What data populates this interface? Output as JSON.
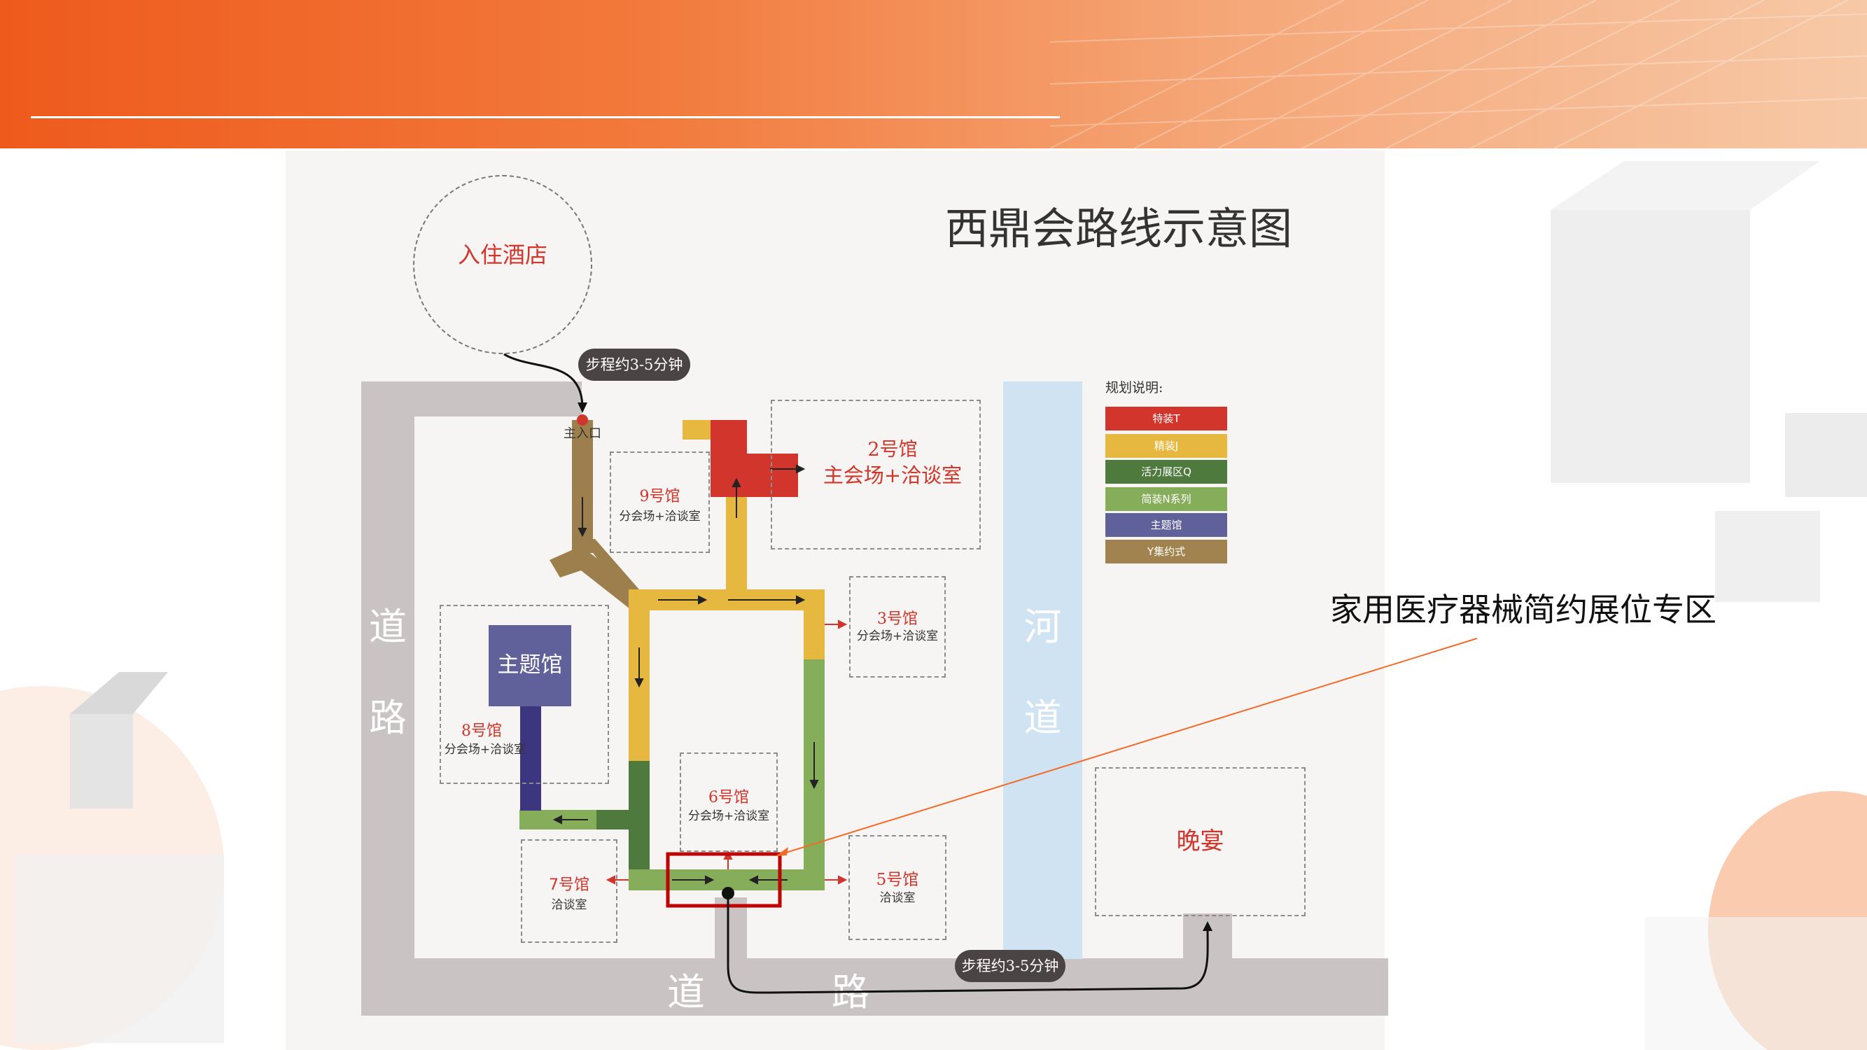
{
  "title": "西鼎会路线示意图",
  "hotel": "入住酒店",
  "walk_note_top": "步程约3-5分钟",
  "walk_note_bottom": "步程约3-5分钟",
  "main_entrance": "主入口",
  "road_label_left": [
    "道",
    "路"
  ],
  "road_label_bottom": [
    "道",
    "路"
  ],
  "river_label": [
    "河",
    "道"
  ],
  "halls": {
    "hall2": {
      "name": "2号馆",
      "sub": "主会场+洽谈室"
    },
    "hall3": {
      "name": "3号馆",
      "sub": "分会场+洽谈室"
    },
    "hall5": {
      "name": "5号馆",
      "sub": "洽谈室"
    },
    "hall6": {
      "name": "6号馆",
      "sub": "分会场+洽谈室"
    },
    "hall7": {
      "name": "7号馆",
      "sub": "洽谈室"
    },
    "hall8": {
      "name": "8号馆",
      "sub": "分会场+洽谈室"
    },
    "hall9": {
      "name": "9号馆",
      "sub": "分会场+洽谈室"
    },
    "theme": {
      "name": "主题馆"
    },
    "banquet": {
      "name": "晚宴"
    }
  },
  "legend": {
    "title": "规划说明:",
    "items": [
      {
        "label": "特装T",
        "color": "#d1352b"
      },
      {
        "label": "精装J",
        "color": "#e6b83f"
      },
      {
        "label": "活力展区Q",
        "color": "#4f7a3e"
      },
      {
        "label": "简装N系列",
        "color": "#86ad5a"
      },
      {
        "label": "主题馆",
        "color": "#60609a"
      },
      {
        "label": "Y集约式",
        "color": "#a0834f"
      }
    ]
  },
  "callout": "家用医疗器械简约展位专区",
  "colors": {
    "accent": "#f26b2a",
    "route_brown": "#9c7f4c",
    "route_yellow": "#e6b83f",
    "route_green": "#86ad5a",
    "route_dark_green": "#4f7a3e",
    "route_red": "#d1352b",
    "theme_blue": "#60609a",
    "river": "#cfe3f3",
    "road": "#c9c3c3"
  }
}
